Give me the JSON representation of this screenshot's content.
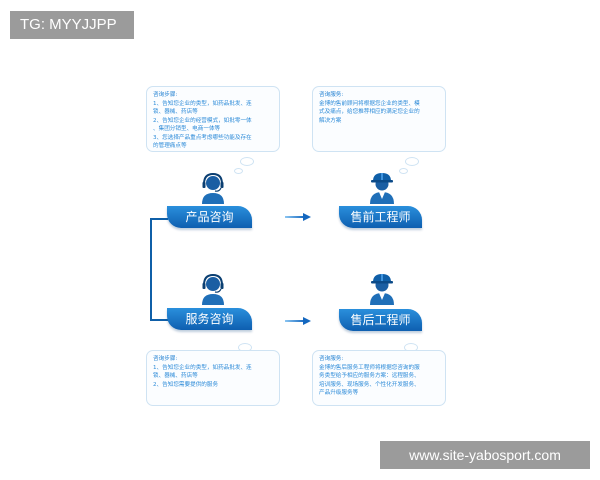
{
  "watermark_tag": "TG: MYYJJPP",
  "site_tag": "www.site-yabosport.com",
  "colors": {
    "primary": "#1a73c8",
    "pill_dark": "#0e5fb0",
    "bubble_border": "#cfe3f3",
    "text_blue": "#1f7fd1"
  },
  "top_left_bubble": {
    "title": "咨询步骤:",
    "lines": [
      "1、告知您企业的类型，如药品批发、连",
      "锁、器械、药店等",
      "2、告知您企业的经营模式，如批零一体",
      "、集团分销型、电商一体等",
      "3、您选择产品重点考虑哪些功能及存在",
      "的管理痛点等"
    ]
  },
  "top_right_bubble": {
    "title": "咨询服务:",
    "lines": [
      "金博的售前顾问将根据您企业的类型、模",
      "式及痛点，给您推荐相应的满足您企业的",
      "解决方案"
    ]
  },
  "bottom_left_bubble": {
    "title": "咨询步骤:",
    "lines": [
      "1、告知您企业的类型，如药品批发、连",
      "锁、器械、药店等",
      "2、告知您需要提供的服务"
    ]
  },
  "bottom_right_bubble": {
    "title": "咨询服务:",
    "lines": [
      "金博的售后服务工程师将根据您咨询的服",
      "务类型给予相应的服务方案：远程服务、",
      "培训服务、现场服务、个性化开发服务、",
      "产品升级服务等"
    ]
  },
  "nodes": {
    "product_consult": "产品咨询",
    "presales_engineer": "售前工程师",
    "service_consult": "服务咨询",
    "aftersales_engineer": "售后工程师"
  },
  "icons": {
    "top_left": "headset-person-icon",
    "top_right": "hardhat-engineer-icon",
    "bottom_left": "headset-person-icon",
    "bottom_right": "hardhat-engineer-icon"
  }
}
